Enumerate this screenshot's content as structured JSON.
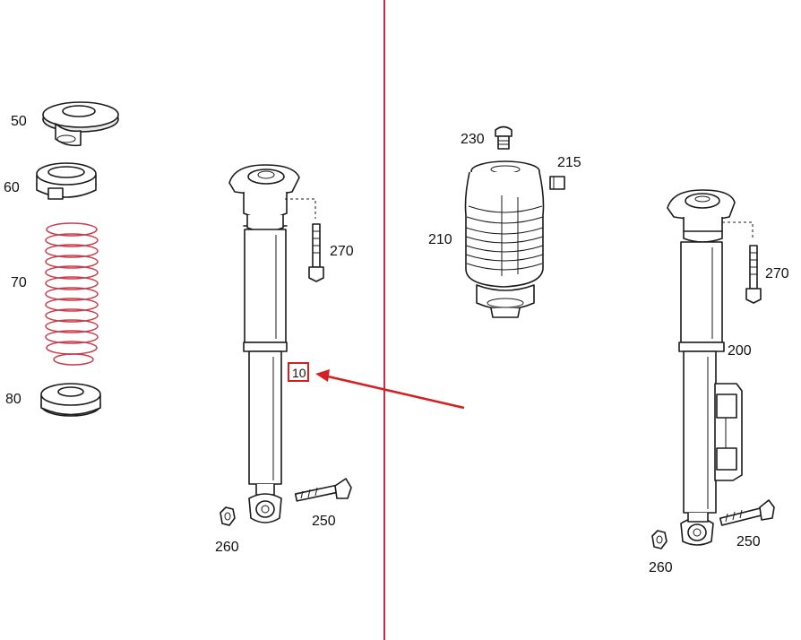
{
  "colors": {
    "divider": "#c0304a",
    "callout": "#d42020",
    "spring": "#c93a4a",
    "line": "#1a1a1a"
  },
  "labels": {
    "p50": "50",
    "p60": "60",
    "p70": "70",
    "p80": "80",
    "p10": "10",
    "p270a": "270",
    "p250a": "250",
    "p260a": "260",
    "p230": "230",
    "p215": "215",
    "p210": "210",
    "p200": "200",
    "p270b": "270",
    "p250b": "250",
    "p260b": "260"
  }
}
